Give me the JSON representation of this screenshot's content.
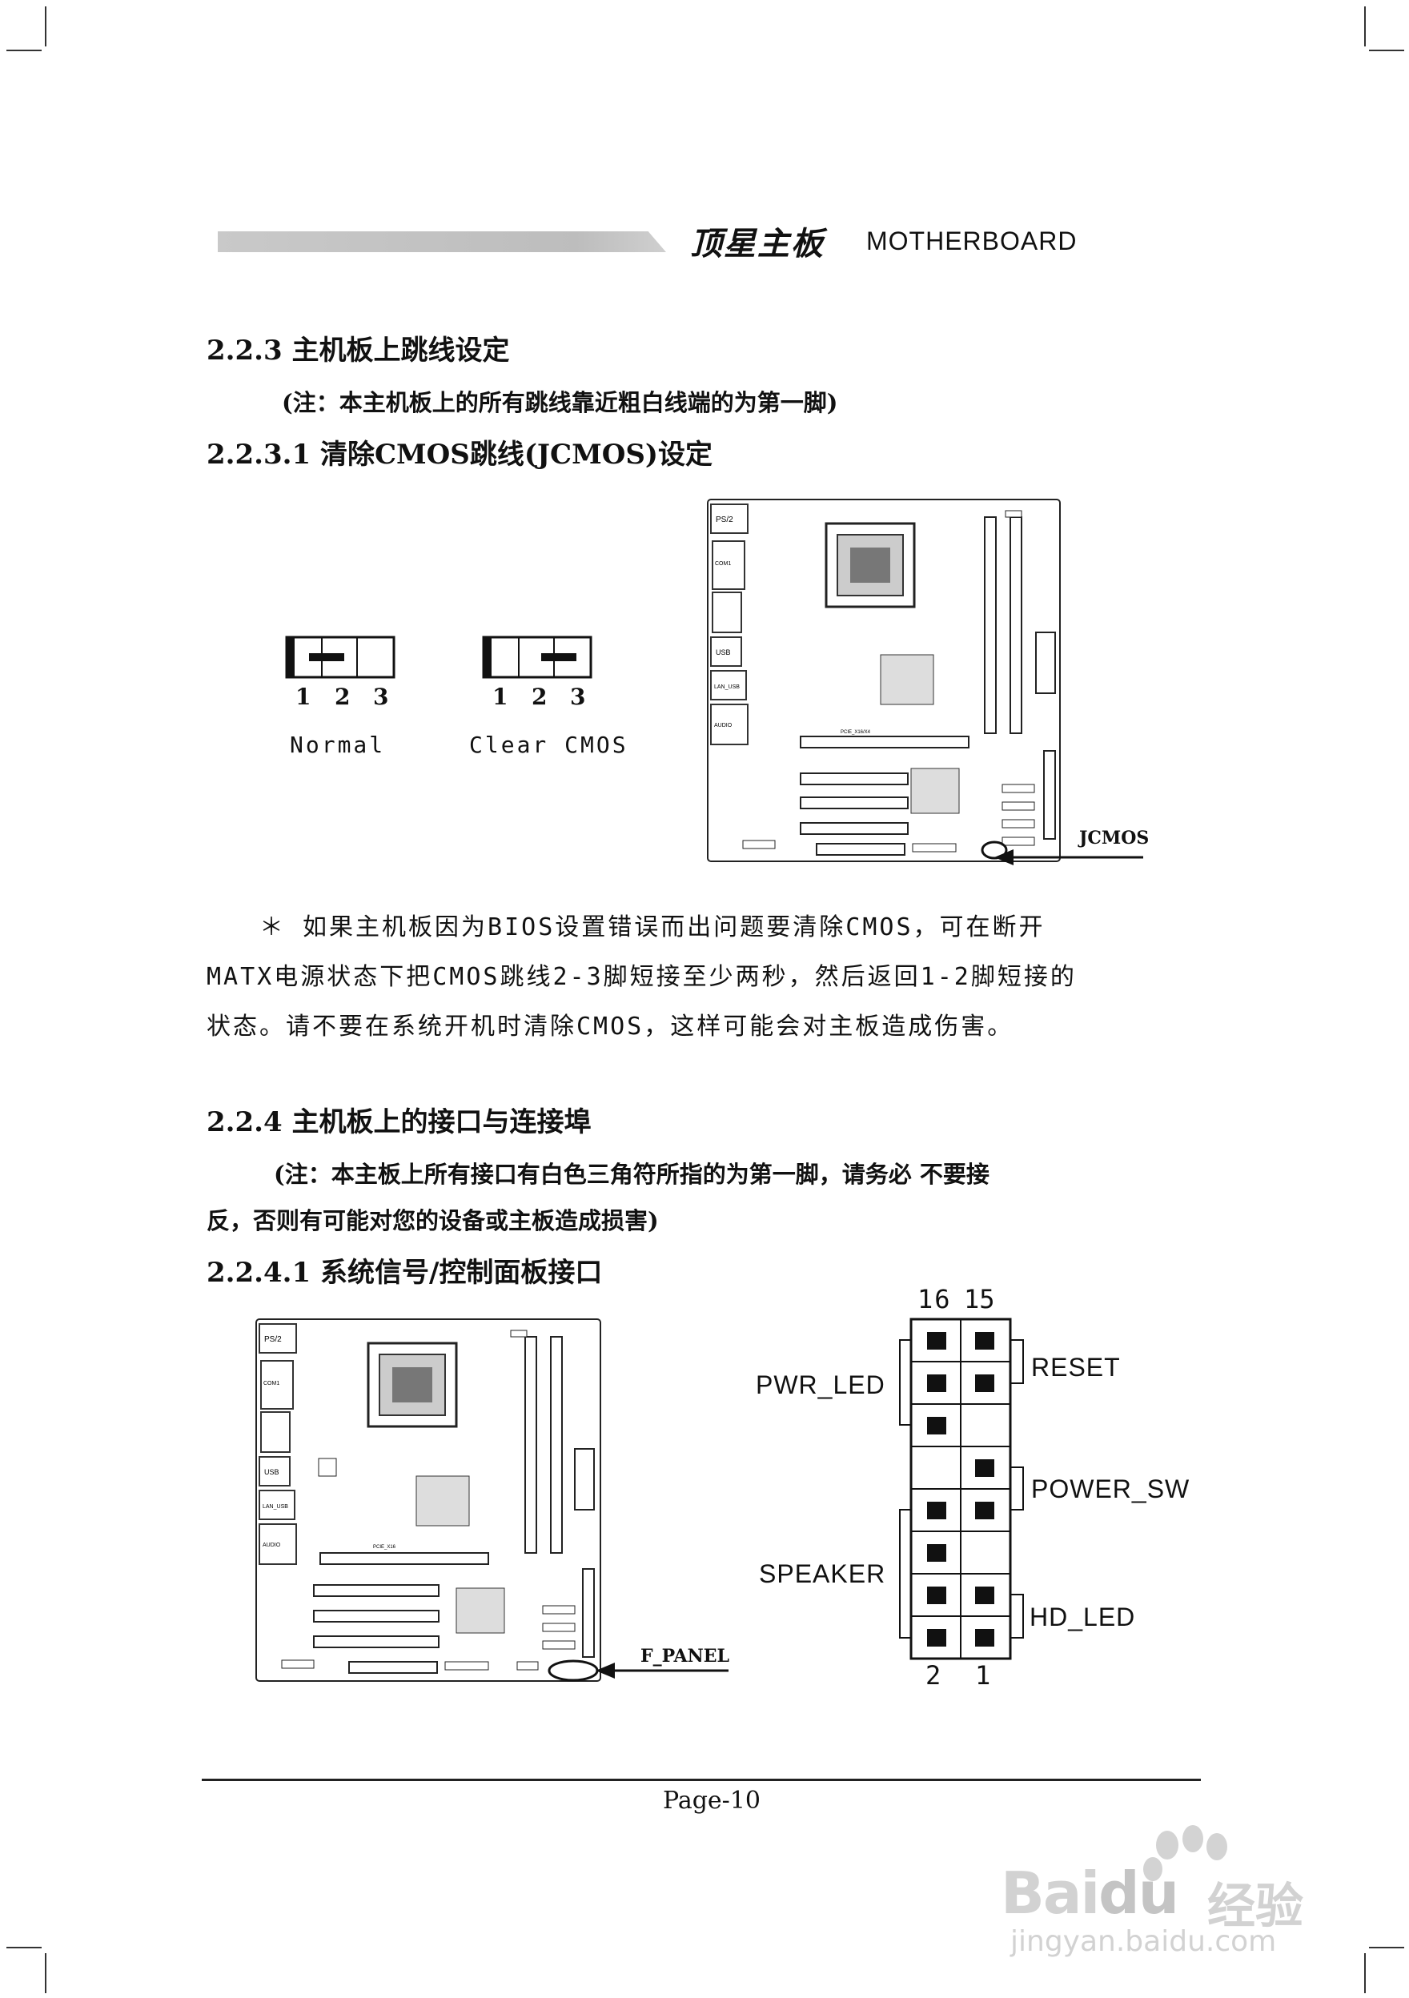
{
  "header": {
    "brand_cn": "顶星主板",
    "brand_en": "MOTHERBOARD"
  },
  "section_223": {
    "title": "2.2.3 主机板上跳线设定",
    "note": "(注：本主机板上的所有跳线靠近粗白线端的为第一脚)"
  },
  "section_2231": {
    "title": "2.2.3.1 清除CMOS跳线(JCMOS)设定",
    "normal": {
      "pins": [
        "1",
        "2",
        "3"
      ],
      "caption": "Normal"
    },
    "clear": {
      "pins": [
        "1",
        "2",
        "3"
      ],
      "caption": "Clear CMOS"
    },
    "board_callout": "JCMOS",
    "board_labels": {
      "ps2": "PS/2",
      "com": "COM1",
      "usb": "USB",
      "lan": "LAN_USB",
      "audio": "AUDIO",
      "pcie": "PCIE_X16/X4"
    },
    "paragraph": [
      "＊ 如果主机板因为BIOS设置错误而出问题要清除CMOS，可在断开",
      "MATX电源状态下把CMOS跳线2-3脚短接至少两秒，然后返回1-2脚短接的",
      "状态。请不要在系统开机时清除CMOS，这样可能会对主板造成伤害。"
    ]
  },
  "section_224": {
    "title": "2.2.4 主机板上的接口与连接埠",
    "note_line1": "(注：本主板上所有接口有白色三角符所指的为第一脚，请务必 不要接",
    "note_line2": "反，否则有可能对您的设备或主板造成损害)"
  },
  "section_2241": {
    "title": "2.2.4.1 系统信号/控制面板接口",
    "board_callout": "F_PANEL",
    "board_labels": {
      "ps2": "PS/2",
      "com": "COM1",
      "usb": "USB",
      "lan": "LAN_USB",
      "audio": "AUDIO",
      "pcie": "PCIE_X16"
    },
    "pins_top": [
      "16",
      "15"
    ],
    "pins_bottom": [
      "2",
      "1"
    ],
    "labels": {
      "pwr_led": "PWR_LED",
      "reset": "RESET",
      "power_sw": "POWER_SW",
      "speaker": "SPEAKER",
      "hd_led": "HD_LED"
    }
  },
  "footer": {
    "page": "Page-10"
  },
  "watermark": {
    "logo_text": "Bai",
    "logo_text2": "du",
    "logo_cn": "经验",
    "url": "jingyan.baidu.com"
  }
}
